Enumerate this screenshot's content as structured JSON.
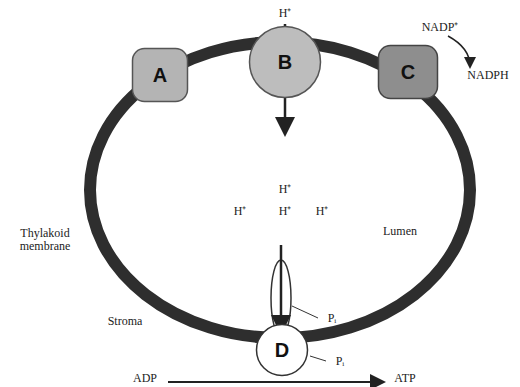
{
  "diagram": {
    "nodes": [
      {
        "text": [
          "A"
        ]
      },
      {
        "text": [
          "B"
        ]
      },
      {
        "text": [
          "C"
        ]
      },
      {
        "text": [
          "D"
        ]
      }
    ],
    "labels": [
      "H⁺",
      "NADP⁺",
      "NADPH",
      "H⁺",
      "H⁺",
      "H⁺",
      "H⁺",
      "Lumen",
      "Thylakoid membrane",
      "Stroma",
      "Pᵢ",
      "Pᵢ",
      "ADP",
      "ATP"
    ]
  }
}
